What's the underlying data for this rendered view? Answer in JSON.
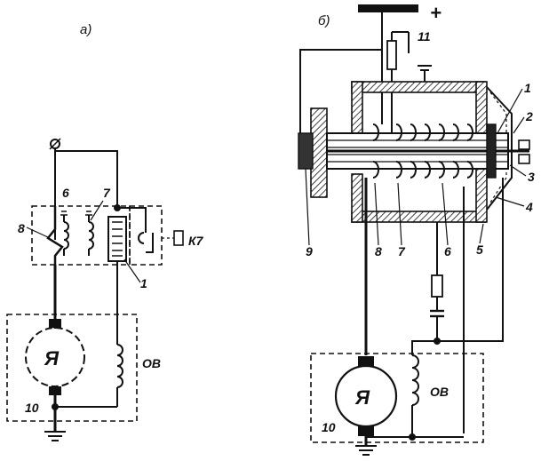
{
  "diagram_a": {
    "title": "а)",
    "labels": {
      "l8": "8",
      "l6": "6",
      "l7": "7",
      "l1": "1",
      "relay": "К7",
      "armature": "Я",
      "field": "ОВ",
      "l10": "10"
    }
  },
  "diagram_b": {
    "title": "б)",
    "plus": "+",
    "labels": {
      "l11": "11",
      "l1": "1",
      "l2": "2",
      "l3": "3",
      "l4": "4",
      "l5": "5",
      "l6": "6",
      "l7": "7",
      "l8": "8",
      "l9": "9",
      "armature": "Я",
      "field": "ОВ",
      "l10": "10"
    }
  }
}
